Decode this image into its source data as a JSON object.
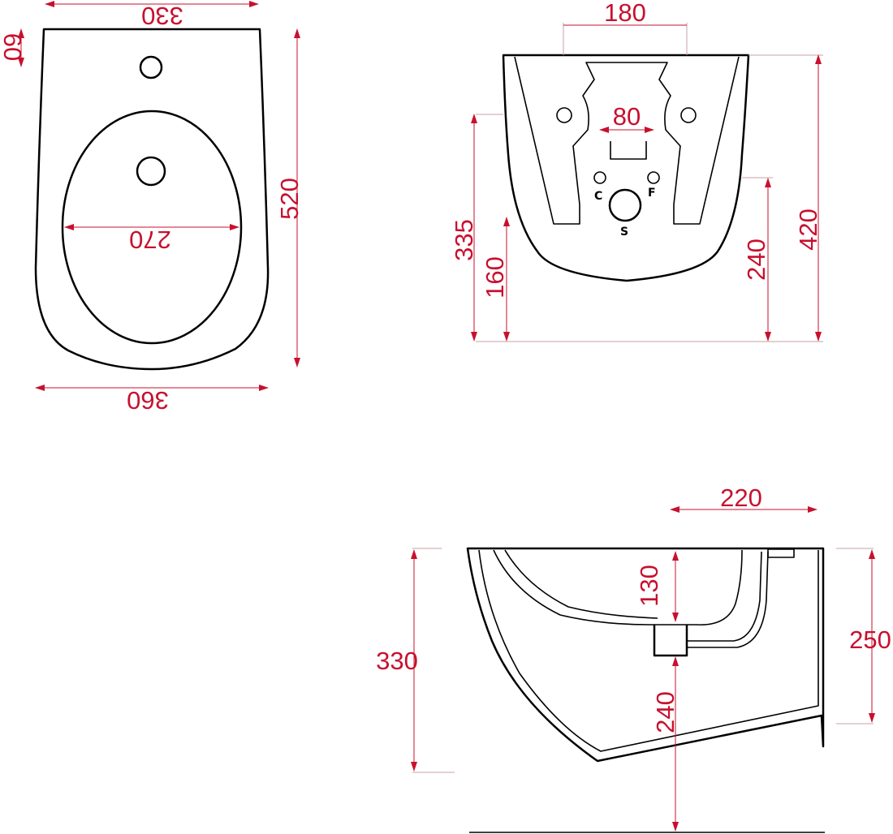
{
  "colors": {
    "outline": "#000000",
    "dimension": "#c8102e",
    "extension": "#c8a0a6",
    "background": "#ffffff"
  },
  "top_view": {
    "width_top": "330",
    "rim_depth": "60",
    "length": "520",
    "bowl_width": "270",
    "width_bottom": "360"
  },
  "front_view": {
    "bracket_spacing": "180",
    "connection_spacing": "80",
    "connection_hot": "C",
    "connection_cold": "F",
    "drain": "S",
    "outlet_height_total": "335",
    "lower_height": "160",
    "drain_height": "240",
    "overall_height": "420"
  },
  "side_view": {
    "depth_rear": "220",
    "bowl_depth": "130",
    "front_height": "330",
    "wall_height": "250",
    "drain_height": "240"
  }
}
